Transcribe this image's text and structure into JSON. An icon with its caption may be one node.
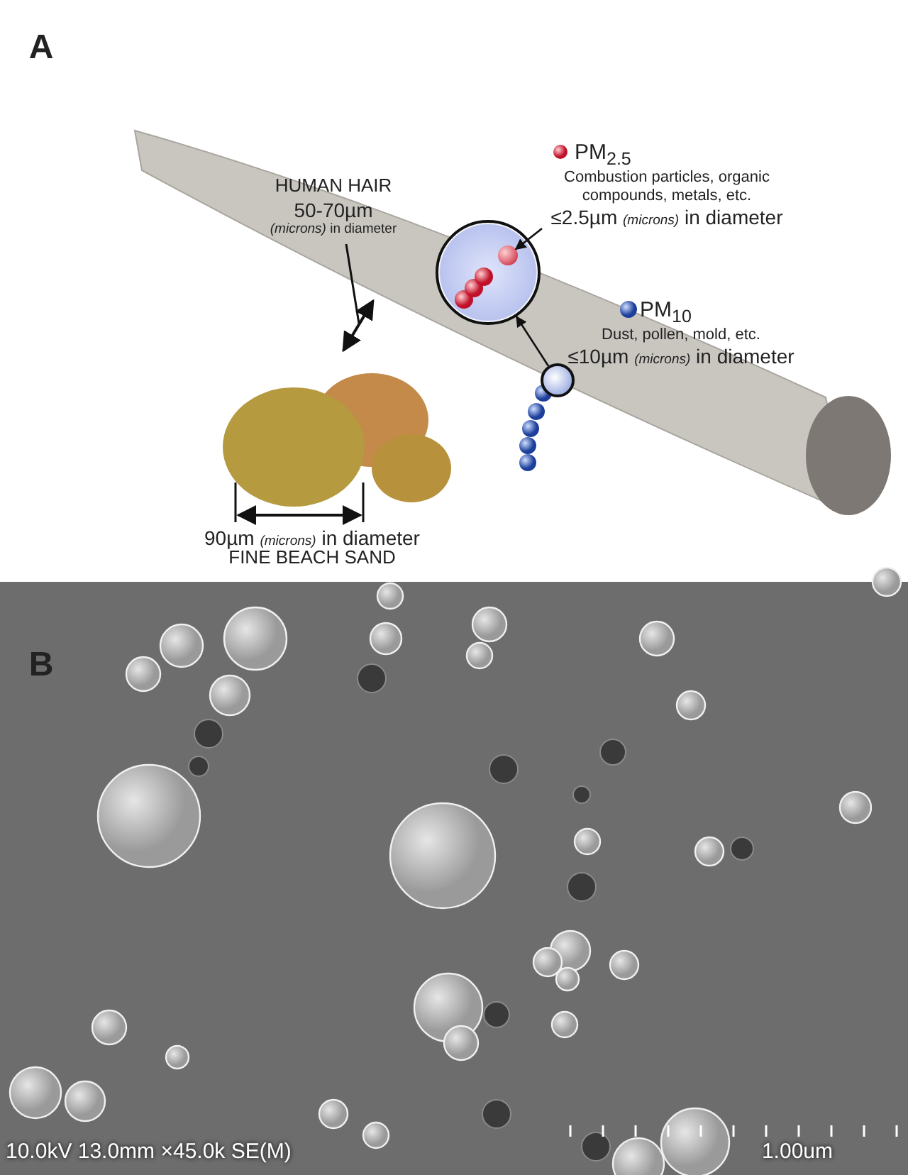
{
  "diagram": {
    "nodes": [
      {
        "text": [
          "PM$_{2.5}$",
          "Combustion particles, organic compounds, metals, etc.",
          "≤2.5µm *(microns)* in diameter"
        ]
      },
      {
        "text": [],
        "shape": "circle"
      },
      {
        "text": [],
        "shape": "circle",
        "in": 1
      },
      {
        "text": [
          "PM$_{10}$",
          "Dust, pollen, mold, etc.",
          "≤10µm *(microns)* in diameter"
        ]
      },
      {
        "text": [],
        "shape": "circle"
      }
    ],
    "edges": [
      {
        "from": 0,
        "to": 2,
        "arrow": "to"
      },
      {
        "from": 4,
        "to": 1,
        "arrow": "to"
      }
    ],
    "labels": [
      "A",
      "HUMAN HAIR",
      "50-70µm",
      "*(microns)* in diameter",
      "90µm *(microns)* in diameter",
      "FINE BEACH SAND",
      "B",
      "10.0kV 13.0mm ×45.0k SE(M)",
      "1.00um"
    ]
  }
}
